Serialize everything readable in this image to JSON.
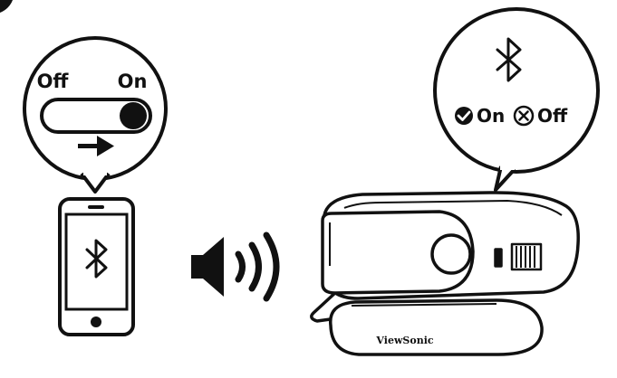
{
  "diagram": {
    "toggle": {
      "off_label": "Off",
      "on_label": "On",
      "state": "on"
    },
    "projector_status": {
      "on_label": "On",
      "off_label": "Off"
    },
    "brand_logo_text": "ViewSonic",
    "icons": [
      "bluetooth-icon",
      "speaker-icon",
      "sound-waves-icon",
      "arrow-right-icon",
      "check-circle-icon",
      "x-circle-icon"
    ],
    "colors": {
      "ink": "#111111",
      "background": "#ffffff"
    }
  }
}
